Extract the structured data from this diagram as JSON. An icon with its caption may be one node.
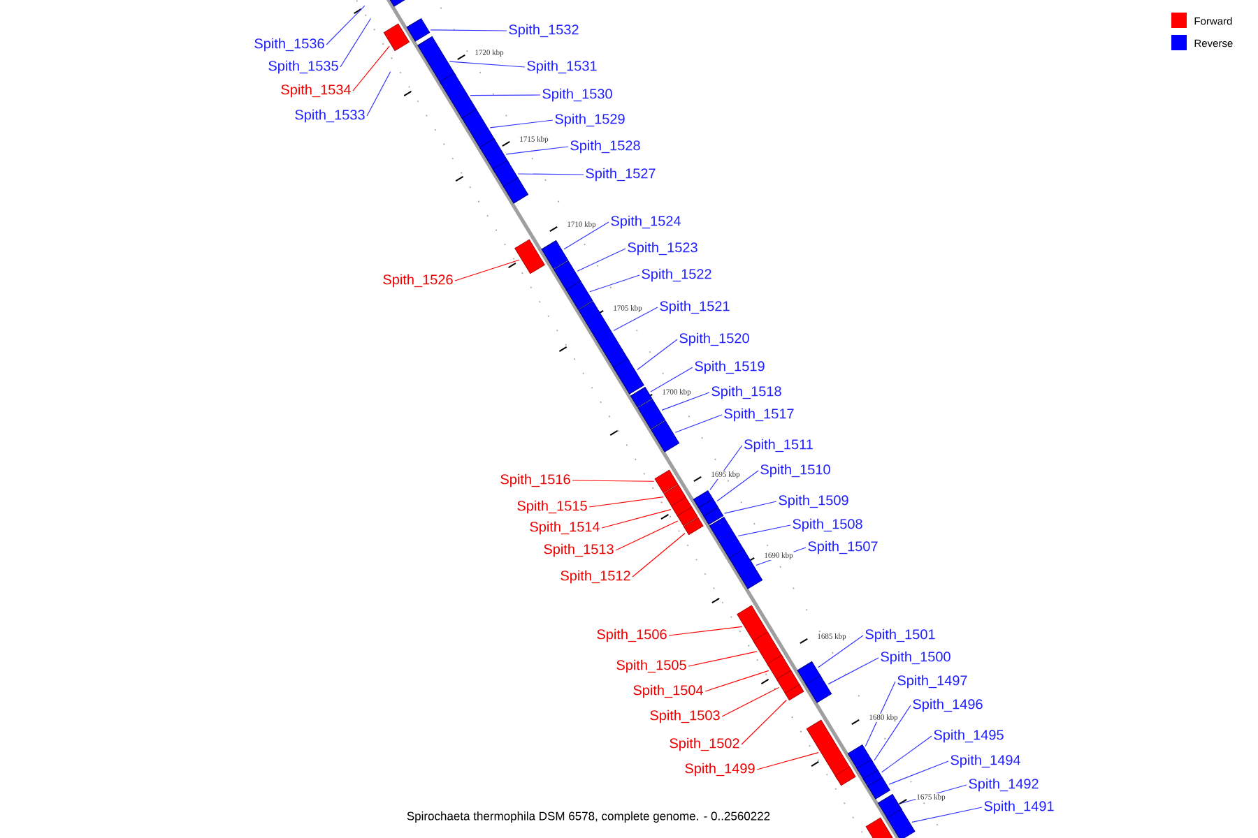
{
  "diagram": {
    "caption": "Spirochaeta thermophila DSM 6578, complete genome. - 0..2560222",
    "nodes": [
      {
        "text": [],
        "shape": "box"
      },
      {
        "text": [
          "Spith_1536"
        ]
      },
      {
        "text": [
          "Spith_1535"
        ]
      },
      {
        "text": [
          "Spith_1534"
        ]
      },
      {
        "text": [],
        "shape": "box"
      },
      {
        "text": [
          "Spith_1533"
        ]
      },
      {
        "text": [
          "Spith_1532"
        ]
      },
      {
        "text": [],
        "shape": "box"
      },
      {
        "text": [
          "Spith_1531"
        ]
      },
      {
        "text": [],
        "shape": "box"
      },
      {
        "text": [
          "Spith_1530"
        ]
      },
      {
        "text": [],
        "shape": "box"
      },
      {
        "text": [
          "Spith_1529"
        ]
      },
      {
        "text": [],
        "shape": "box"
      },
      {
        "text": [
          "Spith_1528"
        ]
      },
      {
        "text": [],
        "shape": "box"
      },
      {
        "text": [
          "Spith_1527"
        ]
      },
      {
        "text": [],
        "shape": "box"
      },
      {
        "text": [],
        "shape": "box"
      },
      {
        "text": [
          "Spith_1524"
        ]
      },
      {
        "text": [],
        "shape": "box"
      },
      {
        "text": [
          "Spith_1523"
        ]
      },
      {
        "text": [],
        "shape": "box"
      },
      {
        "text": [
          "Spith_1526"
        ]
      },
      {
        "text": [],
        "shape": "box"
      },
      {
        "text": [
          "Spith_1522"
        ]
      },
      {
        "text": [],
        "shape": "box"
      },
      {
        "text": [
          "Spith_1521"
        ]
      },
      {
        "text": [],
        "shape": "box"
      },
      {
        "text": [
          "Spith_1520"
        ]
      },
      {
        "text": [],
        "shape": "box"
      },
      {
        "text": [
          "Spith_1519"
        ]
      },
      {
        "text": [],
        "shape": "box"
      },
      {
        "text": [
          "Spith_1518"
        ]
      },
      {
        "text": [],
        "shape": "box"
      },
      {
        "text": [
          "Spith_1517"
        ]
      },
      {
        "text": [],
        "shape": "box"
      },
      {
        "text": [
          "Spith_1511"
        ]
      },
      {
        "text": [],
        "shape": "box"
      },
      {
        "text": [
          "Spith_1510"
        ]
      },
      {
        "text": [],
        "shape": "box"
      },
      {
        "text": [
          "Spith_1516"
        ]
      },
      {
        "text": [],
        "shape": "box"
      },
      {
        "text": [
          "Spith_1509"
        ]
      },
      {
        "text": [],
        "shape": "box"
      },
      {
        "text": [
          "Spith_1515"
        ]
      },
      {
        "text": [],
        "shape": "box"
      },
      {
        "text": [
          "Spith_1508"
        ]
      },
      {
        "text": [],
        "shape": "box"
      },
      {
        "text": [
          "Spith_1514"
        ]
      },
      {
        "text": [],
        "shape": "box"
      },
      {
        "text": [
          "Spith_1507"
        ]
      },
      {
        "text": [],
        "shape": "box"
      },
      {
        "text": [
          "Spith_1513"
        ]
      },
      {
        "text": [],
        "shape": "box"
      },
      {
        "text": [
          "Spith_1512"
        ]
      },
      {
        "text": [],
        "shape": "box"
      },
      {
        "text": [
          "Spith_1506"
        ]
      },
      {
        "text": [],
        "shape": "box"
      },
      {
        "text": [
          "Spith_1501"
        ]
      },
      {
        "text": [],
        "shape": "box"
      },
      {
        "text": [
          "Spith_1500"
        ]
      },
      {
        "text": [],
        "shape": "box"
      },
      {
        "text": [
          "Spith_1505"
        ]
      },
      {
        "text": [],
        "shape": "box"
      },
      {
        "text": [
          "Spith_1497"
        ]
      },
      {
        "text": [],
        "shape": "box"
      },
      {
        "text": [
          "Spith_1504"
        ]
      },
      {
        "text": [],
        "shape": "box"
      },
      {
        "text": [
          "Spith_1496"
        ]
      },
      {
        "text": [],
        "shape": "box"
      },
      {
        "text": [
          "Spith_1503"
        ]
      },
      {
        "text": [],
        "shape": "box"
      },
      {
        "text": [
          "Spith_1495"
        ]
      },
      {
        "text": [],
        "shape": "box"
      },
      {
        "text": [
          "Spith_1502"
        ]
      },
      {
        "text": [],
        "shape": "box"
      },
      {
        "text": [
          "Spith_1494"
        ]
      },
      {
        "text": [],
        "shape": "box"
      },
      {
        "text": [
          "Spith_1499"
        ]
      },
      {
        "text": [],
        "shape": "box"
      },
      {
        "text": [],
        "shape": "box"
      },
      {
        "text": [
          "Spith_1492"
        ]
      },
      {
        "text": [],
        "shape": "box"
      },
      {
        "text": [
          "Spith_1491"
        ]
      },
      {
        "text": [],
        "shape": "box"
      },
      {
        "text": [],
        "shape": "box"
      }
    ],
    "edges": [
      {
        "from": 1,
        "to": null,
        "arrow": "none"
      },
      {
        "from": 2,
        "to": null,
        "arrow": "none"
      },
      {
        "from": 3,
        "to": 4,
        "arrow": "none",
        "color": "#ff0000"
      },
      {
        "from": 5,
        "to": null,
        "arrow": "none"
      },
      {
        "from": 6,
        "to": 7,
        "arrow": "none"
      },
      {
        "from": 8,
        "to": 9,
        "arrow": "none"
      },
      {
        "from": 10,
        "to": 11,
        "arrow": "none"
      },
      {
        "from": 12,
        "to": 13,
        "arrow": "none"
      },
      {
        "from": 14,
        "to": 15,
        "arrow": "none"
      },
      {
        "from": 16,
        "to": 17,
        "arrow": "none"
      },
      {
        "from": 19,
        "to": 20,
        "arrow": "none"
      },
      {
        "from": 21,
        "to": 22,
        "arrow": "none"
      },
      {
        "from": 23,
        "to": 24,
        "arrow": "none",
        "color": "#ff0000"
      },
      {
        "from": 25,
        "to": 26,
        "arrow": "none"
      },
      {
        "from": 27,
        "to": 28,
        "arrow": "none"
      },
      {
        "from": 29,
        "to": 30,
        "arrow": "none"
      },
      {
        "from": 31,
        "to": 32,
        "arrow": "none"
      },
      {
        "from": 33,
        "to": 34,
        "arrow": "none"
      },
      {
        "from": 35,
        "to": 36,
        "arrow": "none"
      },
      {
        "from": 37,
        "to": 38,
        "arrow": "none"
      },
      {
        "from": 39,
        "to": 40,
        "arrow": "none"
      },
      {
        "from": 41,
        "to": 42,
        "arrow": "none",
        "color": "#ff0000"
      },
      {
        "from": 43,
        "to": 44,
        "arrow": "none"
      },
      {
        "from": 45,
        "to": 46,
        "arrow": "none",
        "color": "#ff0000"
      },
      {
        "from": 47,
        "to": 48,
        "arrow": "none"
      },
      {
        "from": 49,
        "to": 50,
        "arrow": "none",
        "color": "#ff0000"
      },
      {
        "from": 51,
        "to": 52,
        "arrow": "none"
      },
      {
        "from": 53,
        "to": 54,
        "arrow": "none",
        "color": "#ff0000"
      },
      {
        "from": 55,
        "to": 56,
        "arrow": "none",
        "color": "#ff0000"
      },
      {
        "from": 57,
        "to": 58,
        "arrow": "none",
        "color": "#ff0000"
      },
      {
        "from": 59,
        "to": 60,
        "arrow": "none"
      },
      {
        "from": 61,
        "to": 62,
        "arrow": "none"
      },
      {
        "from": 63,
        "to": 64,
        "arrow": "none",
        "color": "#ff0000"
      },
      {
        "from": 65,
        "to": 66,
        "arrow": "none"
      },
      {
        "from": 67,
        "to": 68,
        "arrow": "none",
        "color": "#ff0000"
      },
      {
        "from": 69,
        "to": 70,
        "arrow": "none"
      },
      {
        "from": 71,
        "to": 72,
        "arrow": "none",
        "color": "#ff0000"
      },
      {
        "from": 73,
        "to": 74,
        "arrow": "none"
      },
      {
        "from": 75,
        "to": 76,
        "arrow": "none",
        "color": "#ff0000"
      },
      {
        "from": 77,
        "to": 78,
        "arrow": "none"
      },
      {
        "from": 79,
        "to": 80,
        "arrow": "none",
        "color": "#ff0000"
      },
      {
        "from": 82,
        "to": 83,
        "arrow": "none"
      },
      {
        "from": 84,
        "to": 85,
        "arrow": "none"
      }
    ],
    "labels": [
      "1720 kbp",
      "1715 kbp",
      "1710 kbp",
      "1705 kbp",
      "1700 kbp",
      "1695 kbp",
      "1690 kbp",
      "1685 kbp",
      "1680 kbp",
      "1675 kbp"
    ],
    "legend": [
      {
        "text": "Forward",
        "color": "#ff0000"
      },
      {
        "text": "Reverse",
        "color": "#0000ff"
      }
    ]
  }
}
